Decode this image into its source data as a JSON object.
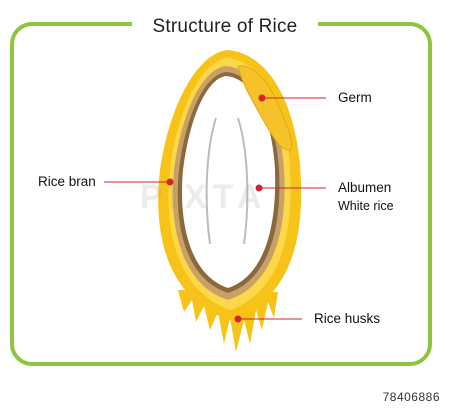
{
  "title": "Structure of Rice",
  "labels": {
    "germ": "Germ",
    "albumen": "Albumen",
    "white_rice": "White rice",
    "rice_bran": "Rice bran",
    "rice_husks": "Rice husks"
  },
  "image_id": "78406886",
  "watermark": "PIXTA",
  "colors": {
    "frame": "#8cc63f",
    "husk": "#f7c318",
    "husk_light": "#fbd84a",
    "bran_outer": "#c8a068",
    "bran_inner": "#8a6a3c",
    "leader": "#d6232e"
  }
}
